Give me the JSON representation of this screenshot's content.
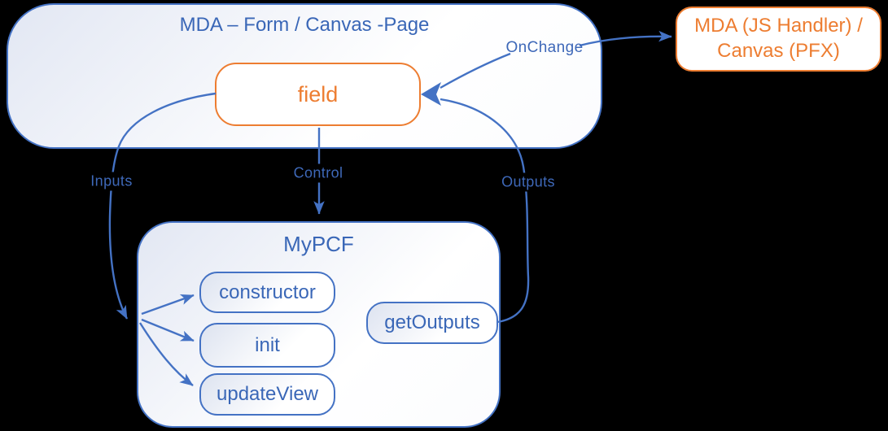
{
  "diagram": {
    "form_page": {
      "title": "MDA – Form / Canvas -Page"
    },
    "field": {
      "label": "field"
    },
    "js_handler": {
      "line1": "MDA (JS Handler) /",
      "line2": "Canvas (PFX)"
    },
    "mypcf": {
      "title": "MyPCF",
      "methods": [
        "constructor",
        "init",
        "updateView"
      ],
      "output_method": "getOutputs"
    },
    "edge_labels": {
      "onchange": "OnChange",
      "control": "Control",
      "inputs": "Inputs",
      "outputs": "Outputs"
    },
    "colors": {
      "connector_blue": "#4472C4",
      "blue_text": "#3A67B7",
      "accent_orange": "#ED7D31",
      "background": "#000000"
    }
  }
}
